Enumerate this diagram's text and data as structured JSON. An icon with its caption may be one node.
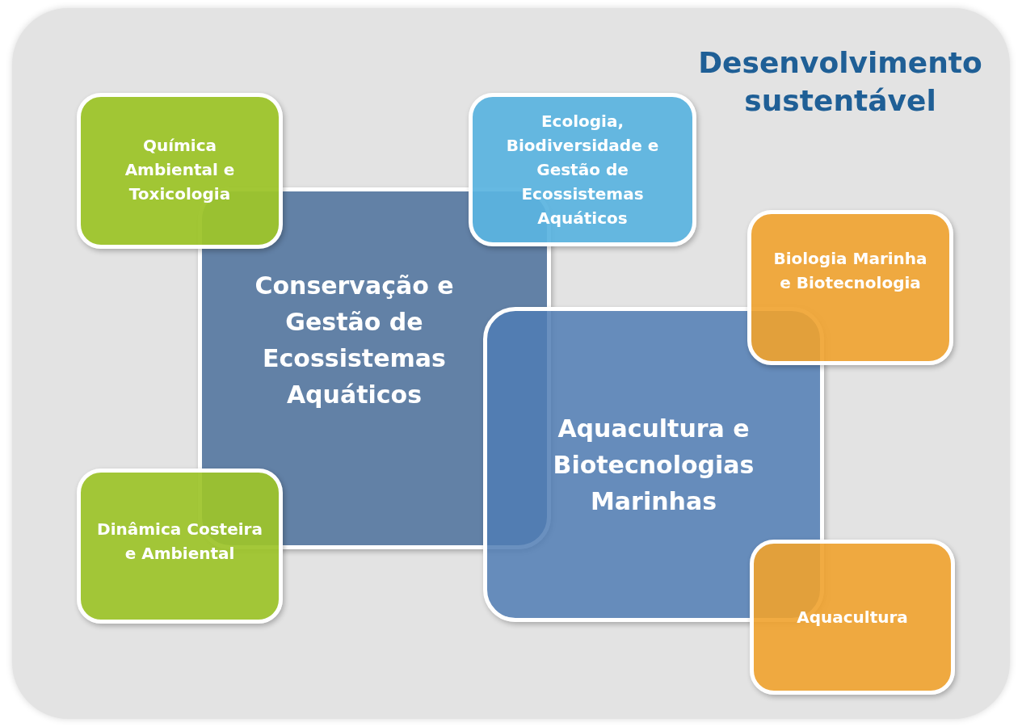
{
  "diagram": {
    "nodes": [
      {
        "text": [
          "Desenvolvimento sustentável"
        ]
      },
      {
        "text": [
          "Química Ambiental e Toxicologia"
        ],
        "in": 0
      },
      {
        "text": [
          "Ecologia, Biodiversidade e Gestão de Ecossistemas Aquáticos"
        ],
        "in": 0
      },
      {
        "text": [
          "Biologia Marinha e Biotecnologia"
        ],
        "in": 0
      },
      {
        "text": [
          "Conservação e Gestão de Ecossistemas Aquáticos"
        ],
        "in": 0
      },
      {
        "text": [
          "Aquacultura e Biotecnologias Marinhas"
        ],
        "in": 0
      },
      {
        "text": [
          "Dinâmica Costeira e Ambiental"
        ],
        "in": 0
      },
      {
        "text": [
          "Aquacultura"
        ],
        "in": 0
      }
    ],
    "edges": []
  }
}
